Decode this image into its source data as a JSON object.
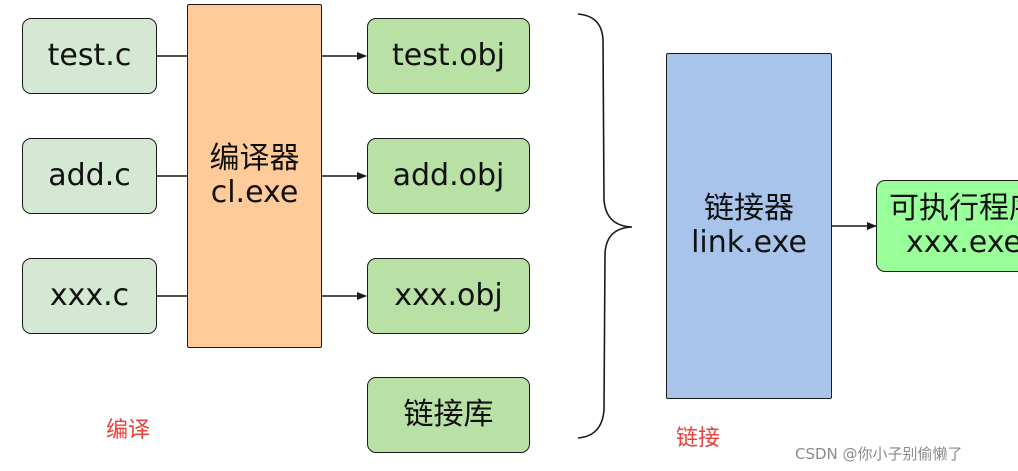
{
  "sources": [
    {
      "label": "test.c"
    },
    {
      "label": "add.c"
    },
    {
      "label": "xxx.c"
    }
  ],
  "compiler": {
    "title": "编译器",
    "name": "cl.exe"
  },
  "objects": [
    {
      "label": "test.obj"
    },
    {
      "label": "add.obj"
    },
    {
      "label": "xxx.obj"
    }
  ],
  "library": {
    "label": "链接库"
  },
  "linker": {
    "title": "链接器",
    "name": "link.exe"
  },
  "executable": {
    "title": "可执行程序",
    "name": "xxx.exe"
  },
  "stage_labels": {
    "compile": "编译",
    "link": "链接"
  },
  "watermark": "CSDN @你小子别偷懒了",
  "colors": {
    "source_fill": "#d5e8d4",
    "object_fill": "#b9e0a5",
    "compiler_fill": "#ffcc99",
    "linker_fill": "#a9c4eb",
    "exe_fill": "#99ff99",
    "stage_label": "#e8403a"
  }
}
